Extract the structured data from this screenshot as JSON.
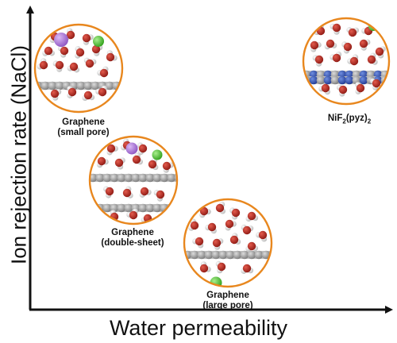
{
  "axes": {
    "x_label": "Water permeability",
    "y_label": "Ion rejection rate (NaCl)"
  },
  "membranes": [
    {
      "id": "small",
      "name": "Graphene",
      "detail": "(small pore)"
    },
    {
      "id": "double",
      "name": "Graphene",
      "detail": "(double-sheet)"
    },
    {
      "id": "large",
      "name": "Graphene",
      "detail": "(large pore)"
    },
    {
      "id": "nif",
      "name_prefix": "NiF",
      "sub1": "2",
      "name_mid": "(pyz)",
      "sub2": "2"
    }
  ],
  "colors": {
    "circle_border": "#e8871e",
    "axis": "#111111",
    "oxygen": "#c0271f",
    "hydrogen": "#e6e6e6",
    "sodium": "#b07be0",
    "chloride": "#58c33b",
    "graphene": "#9a9a9a",
    "mof_blue": "#2b4aa8"
  }
}
